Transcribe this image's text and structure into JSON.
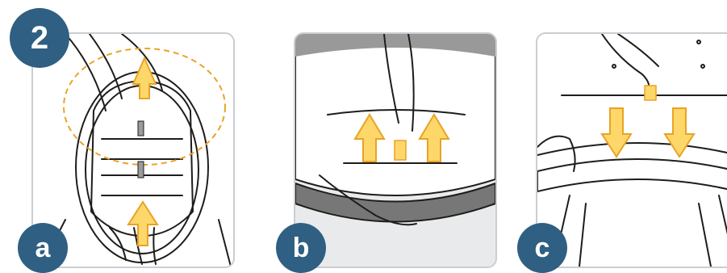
{
  "step": {
    "number": "2"
  },
  "panels": [
    {
      "label": "a"
    },
    {
      "label": "b"
    },
    {
      "label": "c"
    }
  ],
  "colors": {
    "badge": "#2f5f82",
    "arrow_fill": "#fdd76a",
    "arrow_stroke": "#e8a326",
    "dashed_circle": "#e9a42a",
    "panel_border": "#c9ced3",
    "line_art": "#1d1d1b"
  }
}
